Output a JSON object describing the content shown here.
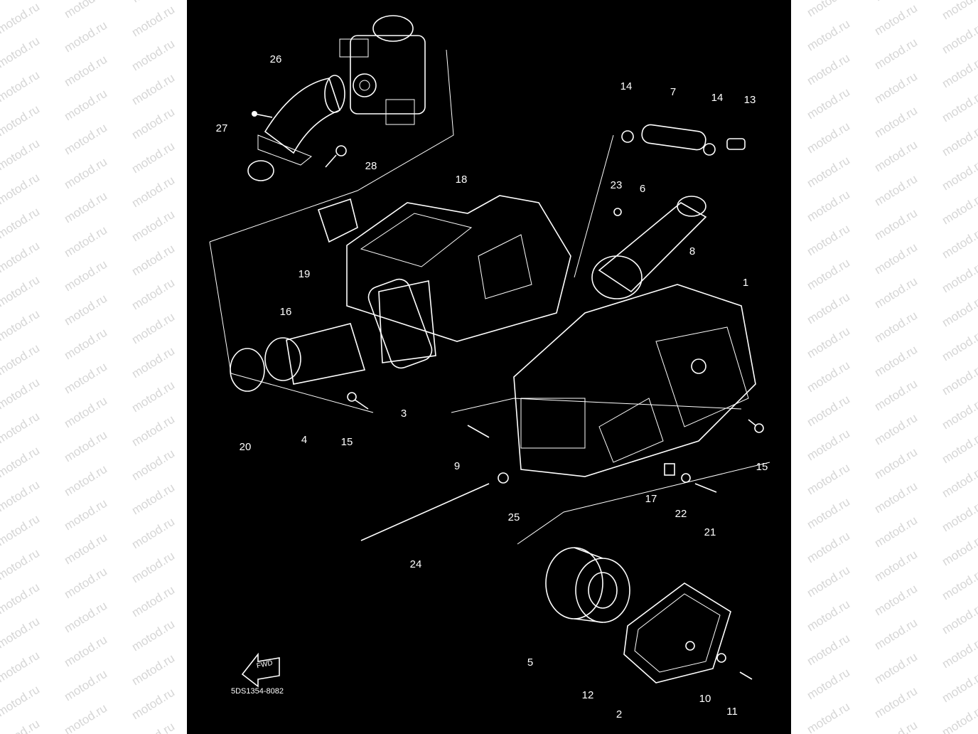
{
  "watermark": {
    "text": "motod.ru",
    "color": "#d6d6d6"
  },
  "diagram": {
    "background": "#000000",
    "line_color": "#ffffff",
    "drawing_code": "5DS1354-8082",
    "fwd_label": "FWD",
    "callouts": [
      "26",
      "27",
      "28",
      "18",
      "19",
      "16",
      "20",
      "4",
      "15",
      "3",
      "14",
      "7",
      "14",
      "13",
      "23",
      "6",
      "8",
      "1",
      "9",
      "15",
      "17",
      "22",
      "21",
      "25",
      "24",
      "5",
      "12",
      "2",
      "10",
      "11"
    ]
  }
}
